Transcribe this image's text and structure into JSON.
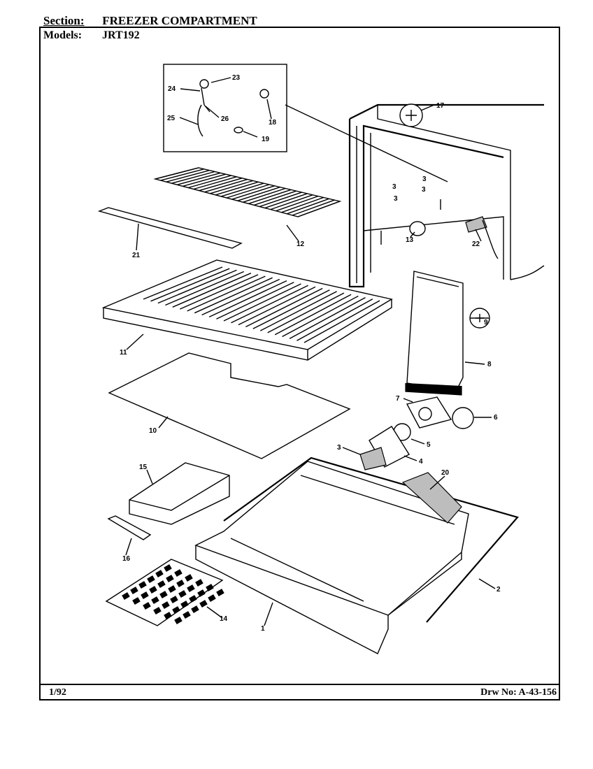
{
  "header": {
    "section_label": "Section:",
    "section_value": "FREEZER COMPARTMENT",
    "models_label": "Models:",
    "models_value": "JRT192"
  },
  "footer": {
    "date": "1/92",
    "drawing_number": "Drw No: A-43-156"
  },
  "callouts": {
    "c1": "1",
    "c2": "2",
    "c3": "3",
    "c4": "4",
    "c5": "5",
    "c6": "6",
    "c7": "7",
    "c8": "8",
    "c9": "9",
    "c10": "10",
    "c11": "11",
    "c12": "12",
    "c13": "13",
    "c14": "14",
    "c15": "15",
    "c16": "16",
    "c17": "17",
    "c18": "18",
    "c19": "19",
    "c20": "20",
    "c21": "21",
    "c22": "22",
    "c23": "23",
    "c24": "24",
    "c25": "25",
    "c26": "26",
    "c3a": "3",
    "c3b": "3",
    "c3c": "3",
    "c3d": "3"
  }
}
